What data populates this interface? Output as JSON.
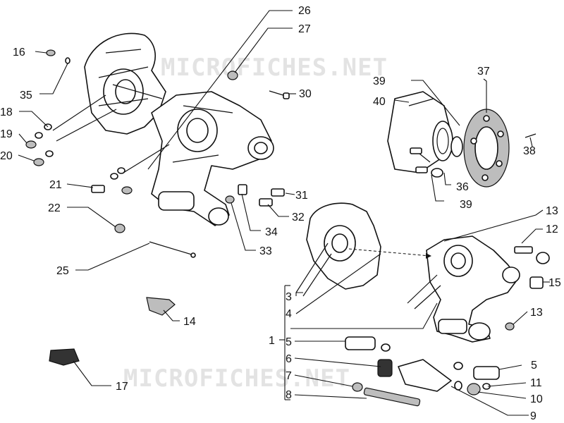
{
  "watermark_top": "MICROFICHES.NET",
  "watermark_bottom": "MICROFICHES.NET",
  "callouts": {
    "c1": "1",
    "c3": "3",
    "c4": "4",
    "c5a": "5",
    "c6": "6",
    "c7": "7",
    "c8": "8",
    "c5b": "5",
    "c9": "9",
    "c10": "10",
    "c11": "11",
    "c12": "12",
    "c13a": "13",
    "c13b": "13",
    "c14": "14",
    "c15": "15",
    "c16": "16",
    "c17": "17",
    "c18": "18",
    "c19": "19",
    "c20": "20",
    "c21": "21",
    "c22": "22",
    "c25": "25",
    "c26": "26",
    "c27": "27",
    "c30": "30",
    "c31": "31",
    "c32": "32",
    "c33": "33",
    "c34": "34",
    "c35": "35",
    "c36": "36",
    "c37": "37",
    "c38": "38",
    "c39a": "39",
    "c39b": "39",
    "c40": "40"
  }
}
